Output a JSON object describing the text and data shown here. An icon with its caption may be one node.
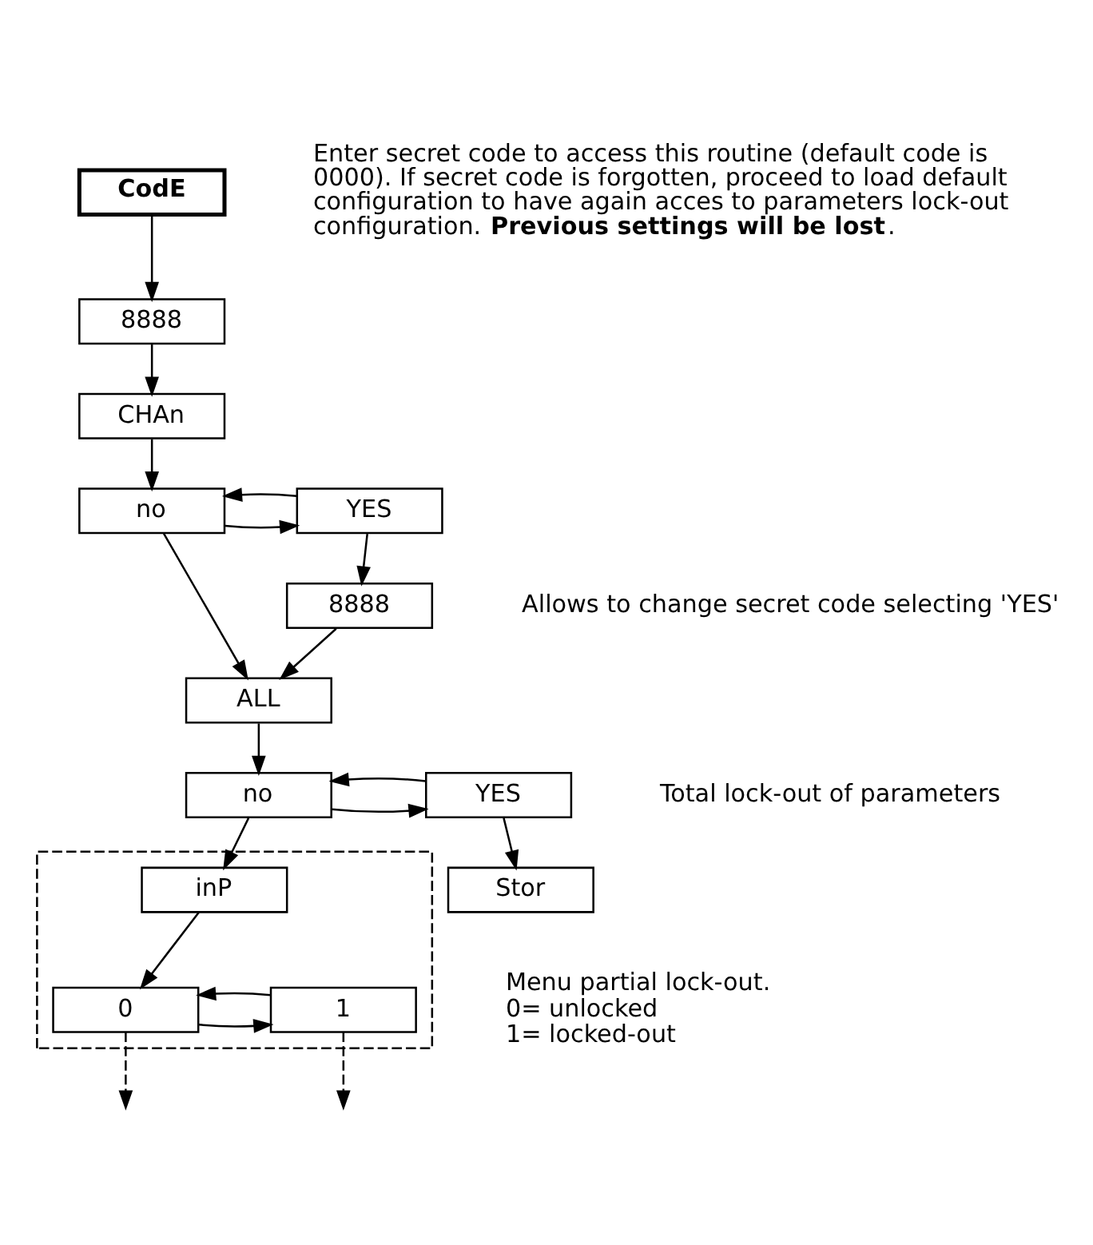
{
  "diagram": {
    "nodes": [
      {
        "text": [
          "CodE"
        ]
      },
      {
        "text": [
          "8888"
        ]
      },
      {
        "text": [
          "CHAn"
        ]
      },
      {
        "text": [
          "no"
        ]
      },
      {
        "text": [
          "YES"
        ]
      },
      {
        "text": [
          "8888"
        ]
      },
      {
        "text": [
          "ALL"
        ]
      },
      {
        "text": [
          "no"
        ]
      },
      {
        "text": [
          "YES"
        ]
      },
      {
        "text": [
          "Stor"
        ]
      },
      {
        "text": [],
        "shape": "box"
      },
      {
        "text": [
          "inP"
        ],
        "in": 10
      },
      {
        "text": [
          "0"
        ],
        "in": 10
      },
      {
        "text": [
          "1"
        ],
        "in": 10
      }
    ],
    "edges": [
      {
        "from": 0,
        "to": 1,
        "arrow": "to"
      },
      {
        "from": 1,
        "to": 2,
        "arrow": "to"
      },
      {
        "from": 2,
        "to": 3,
        "arrow": "to"
      },
      {
        "from": 3,
        "to": 4,
        "arrow": "to"
      },
      {
        "from": 4,
        "to": 3,
        "arrow": "to"
      },
      {
        "from": 4,
        "to": 5,
        "arrow": "to"
      },
      {
        "from": 3,
        "to": 6,
        "arrow": "to"
      },
      {
        "from": 5,
        "to": 6,
        "arrow": "to"
      },
      {
        "from": 6,
        "to": 7,
        "arrow": "to"
      },
      {
        "from": 7,
        "to": 8,
        "arrow": "to"
      },
      {
        "from": 8,
        "to": 7,
        "arrow": "to"
      },
      {
        "from": 8,
        "to": 9,
        "arrow": "to"
      },
      {
        "from": 7,
        "to": 11,
        "arrow": "to"
      },
      {
        "from": 11,
        "to": 12,
        "arrow": "to"
      },
      {
        "from": 12,
        "to": 13,
        "arrow": "to"
      },
      {
        "from": 13,
        "to": 12,
        "arrow": "to"
      },
      {
        "from": 12,
        "to": null,
        "arrow": "to",
        "style": "dashed"
      },
      {
        "from": 13,
        "to": null,
        "arrow": "to",
        "style": "dashed"
      }
    ],
    "labels": [
      "Enter secret code to access this routine (default code is 0000). If secret code is forgotten, proceed to load default configuration to have again acces to parameters lock-out configuration. **Previous settings will be lost**.",
      "Allows to change secret code selecting 'YES'",
      "Total lock-out of parameters",
      "Menu partial lock-out.",
      "0= unlocked",
      "1= locked-out"
    ]
  }
}
